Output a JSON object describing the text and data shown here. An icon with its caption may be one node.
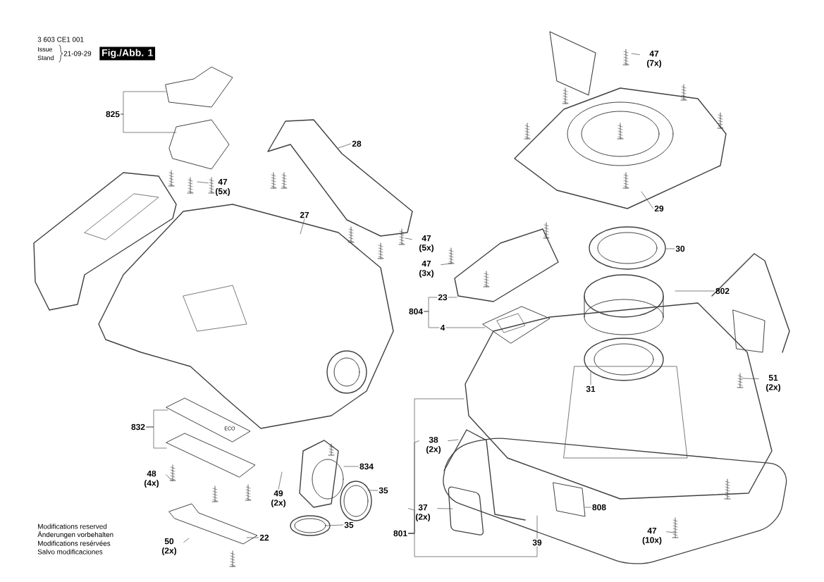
{
  "diagram": {
    "title": "Fig./Abb. 1",
    "nodes": [
      {
        "text": [
          "825"
        ]
      },
      {
        "text": [
          "47 (5x)"
        ]
      },
      {
        "text": [
          "28"
        ]
      },
      {
        "text": [
          "27"
        ]
      },
      {
        "text": [
          "47 (5x)"
        ]
      },
      {
        "text": [
          "47 (7x)"
        ]
      },
      {
        "text": [
          "29"
        ]
      },
      {
        "text": [
          "30"
        ]
      },
      {
        "text": [
          "802"
        ]
      },
      {
        "text": [
          "47 (3x)"
        ]
      },
      {
        "text": [
          "23"
        ]
      },
      {
        "text": [
          "804"
        ]
      },
      {
        "text": [
          "4"
        ]
      },
      {
        "text": [
          "51 (2x)"
        ]
      },
      {
        "text": [
          "31"
        ]
      },
      {
        "text": [
          "832"
        ]
      },
      {
        "text": [
          "834"
        ]
      },
      {
        "text": [
          "35"
        ]
      },
      {
        "text": [
          "48 (4x)"
        ]
      },
      {
        "text": [
          "49 (2x)"
        ]
      },
      {
        "text": [
          "35"
        ]
      },
      {
        "text": [
          "38 (2x)"
        ]
      },
      {
        "text": [
          "37 (2x)"
        ]
      },
      {
        "text": [
          "801"
        ]
      },
      {
        "text": [
          "39"
        ]
      },
      {
        "text": [
          "808"
        ]
      },
      {
        "text": [
          "47 (10x)"
        ]
      },
      {
        "text": [
          "50 (2x)"
        ]
      },
      {
        "text": [
          "22"
        ]
      }
    ],
    "edges": [
      {
        "from": 0,
        "to": null,
        "arrow": "none"
      },
      {
        "from": 0,
        "to": null,
        "arrow": "none"
      },
      {
        "from": 1,
        "to": null,
        "arrow": "none"
      },
      {
        "from": 2,
        "to": null,
        "arrow": "none"
      },
      {
        "from": 3,
        "to": null,
        "arrow": "none"
      },
      {
        "from": 4,
        "to": null,
        "arrow": "none"
      },
      {
        "from": 5,
        "to": null,
        "arrow": "none"
      },
      {
        "from": 6,
        "to": null,
        "arrow": "none"
      },
      {
        "from": 7,
        "to": null,
        "arrow": "none"
      },
      {
        "from": 8,
        "to": null,
        "arrow": "none"
      },
      {
        "from": 9,
        "to": null,
        "arrow": "none"
      },
      {
        "from": 10,
        "to": null,
        "arrow": "none"
      },
      {
        "from": 11,
        "to": 10,
        "arrow": "none"
      },
      {
        "from": 11,
        "to": 12,
        "arrow": "none"
      },
      {
        "from": 12,
        "to": null,
        "arrow": "none"
      },
      {
        "from": 13,
        "to": null,
        "arrow": "none"
      },
      {
        "from": 14,
        "to": null,
        "arrow": "none"
      },
      {
        "from": 15,
        "to": null,
        "arrow": "none"
      },
      {
        "from": 15,
        "to": null,
        "arrow": "none"
      },
      {
        "from": 16,
        "to": null,
        "arrow": "none"
      },
      {
        "from": 17,
        "to": null,
        "arrow": "none"
      },
      {
        "from": 18,
        "to": null,
        "arrow": "none"
      },
      {
        "from": 19,
        "to": null,
        "arrow": "none"
      },
      {
        "from": 20,
        "to": null,
        "arrow": "none"
      },
      {
        "from": 21,
        "to": null,
        "arrow": "none"
      },
      {
        "from": 22,
        "to": null,
        "arrow": "none"
      },
      {
        "from": 23,
        "to": null,
        "arrow": "none"
      },
      {
        "from": 23,
        "to": 21,
        "arrow": "none"
      },
      {
        "from": 23,
        "to": 22,
        "arrow": "none"
      },
      {
        "from": 23,
        "to": 24,
        "arrow": "none"
      },
      {
        "from": 24,
        "to": null,
        "arrow": "none"
      },
      {
        "from": 25,
        "to": null,
        "arrow": "none"
      },
      {
        "from": 26,
        "to": null,
        "arrow": "none"
      },
      {
        "from": 27,
        "to": null,
        "arrow": "none"
      },
      {
        "from": 28,
        "to": null,
        "arrow": "none"
      }
    ],
    "labels": [
      "3 603 CE1 001",
      "Issue",
      "Stand",
      "21-09-29",
      "ECO",
      "Modifications reserved",
      "Änderungen vorbehalten",
      "Modifications resérvées",
      "Salvo modificaciones"
    ]
  }
}
